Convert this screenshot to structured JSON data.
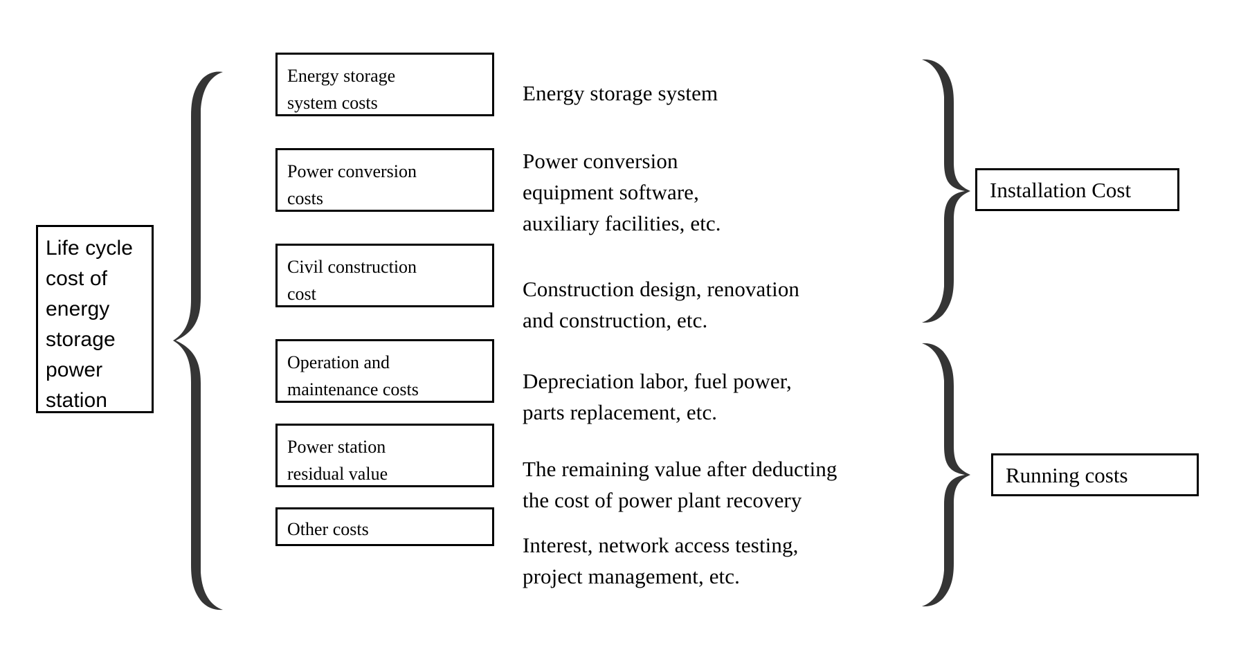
{
  "diagram": {
    "title_text": "Life cycle cost of energy storage power station",
    "root": {
      "label": "Life cycle\ncost of\nenergy\nstorage\npower\nstation"
    },
    "categories": [
      {
        "label": "Energy storage\nsystem costs"
      },
      {
        "label": "Power conversion\ncosts"
      },
      {
        "label": "Civil construction\ncost"
      },
      {
        "label": "Operation and\nmaintenance costs"
      },
      {
        "label": "Power station\nresidual value"
      },
      {
        "label": "Other costs"
      }
    ],
    "descriptions": [
      {
        "text": "Energy storage system"
      },
      {
        "text": "Power conversion\nequipment software,\nauxiliary facilities, etc."
      },
      {
        "text": "Construction design, renovation\nand construction, etc."
      },
      {
        "text": "Depreciation labor, fuel power,\nparts replacement, etc."
      },
      {
        "text": "The remaining value after deducting\nthe cost of power plant recovery"
      },
      {
        "text": "Interest, network access testing,\nproject management, etc."
      }
    ],
    "groups": [
      {
        "label": "Installation Cost"
      },
      {
        "label": "Running costs"
      }
    ],
    "braces": [
      {
        "name": "left-brace",
        "direction": "right-pointing"
      },
      {
        "name": "installation-brace",
        "direction": "right-pointing"
      },
      {
        "name": "running-brace",
        "direction": "right-pointing"
      }
    ],
    "colors": {
      "brace": "#353535",
      "outline": "#000000",
      "background": "#ffffff",
      "text": "#000000"
    }
  }
}
